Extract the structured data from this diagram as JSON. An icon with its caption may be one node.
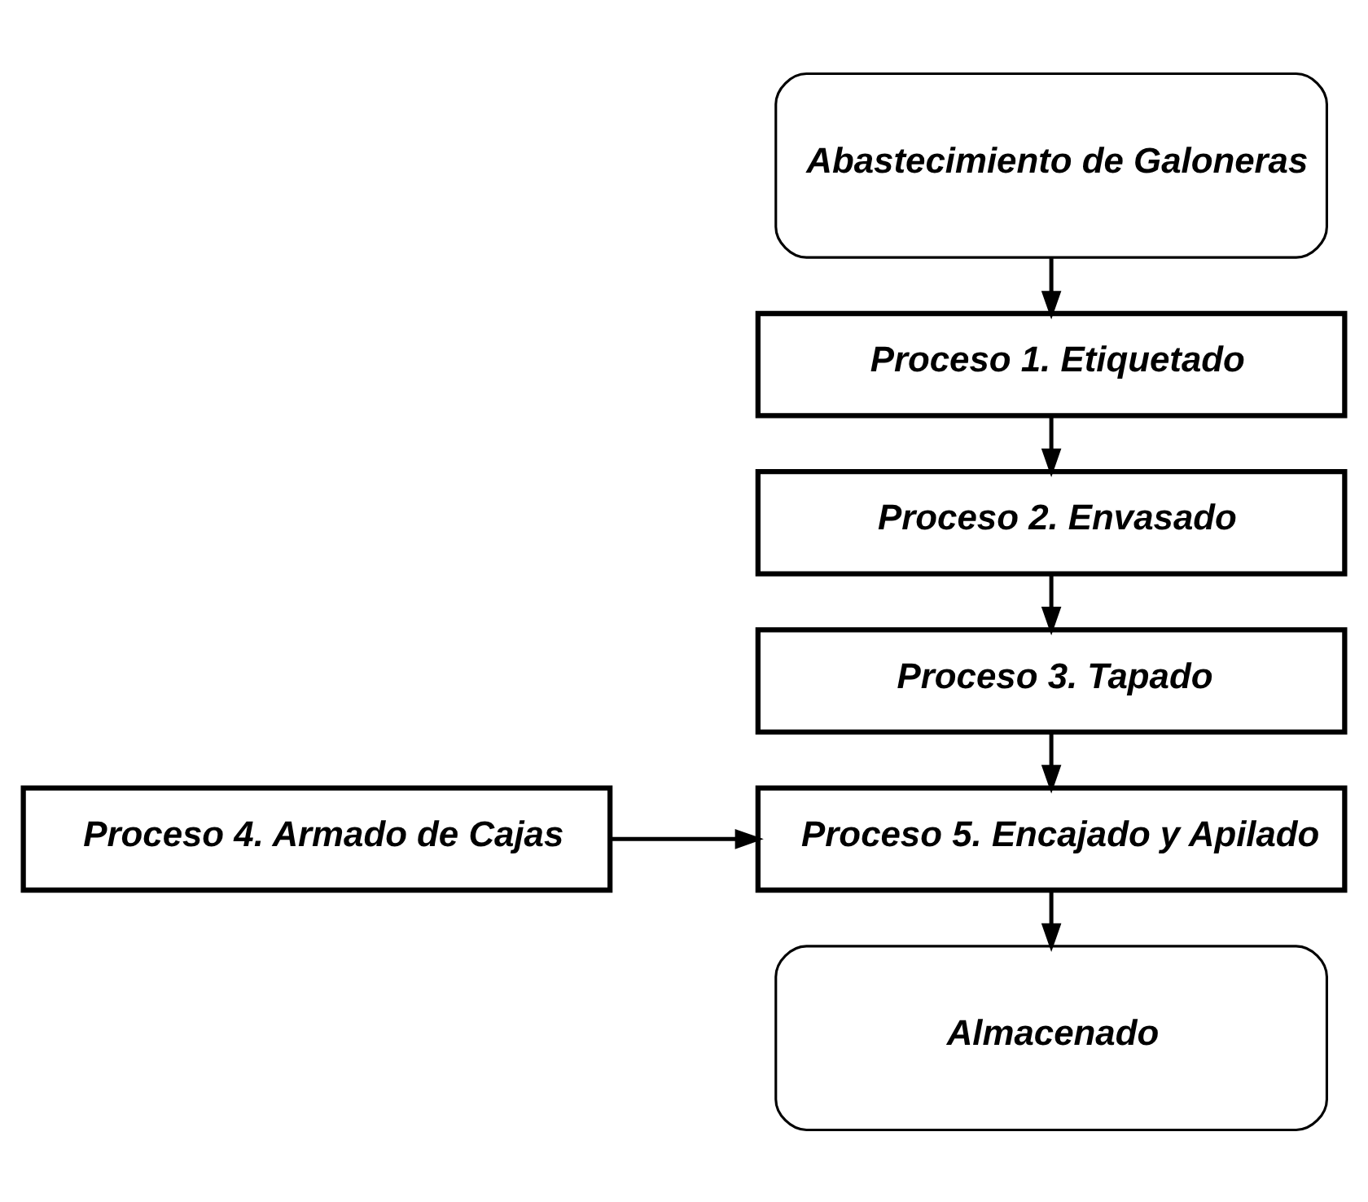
{
  "diagram": {
    "nodes": [
      {
        "text": [
          "Abastecimiento de Galoneras"
        ]
      },
      {
        "text": [
          "Proceso 1. Etiquetado"
        ]
      },
      {
        "text": [
          "Proceso 2. Envasado"
        ]
      },
      {
        "text": [
          "Proceso 3. Tapado"
        ]
      },
      {
        "text": [
          "Proceso 5. Encajado y Apilado"
        ]
      },
      {
        "text": [
          "Proceso 4. Armado de Cajas"
        ]
      },
      {
        "text": [
          "Almacenado"
        ]
      }
    ],
    "edges": [
      {
        "from": 0,
        "to": 1,
        "arrow": "to"
      },
      {
        "from": 1,
        "to": 2,
        "arrow": "to"
      },
      {
        "from": 2,
        "to": 3,
        "arrow": "to"
      },
      {
        "from": 3,
        "to": 4,
        "arrow": "to"
      },
      {
        "from": 5,
        "to": 4,
        "arrow": "to"
      },
      {
        "from": 4,
        "to": 6,
        "arrow": "to"
      }
    ]
  }
}
